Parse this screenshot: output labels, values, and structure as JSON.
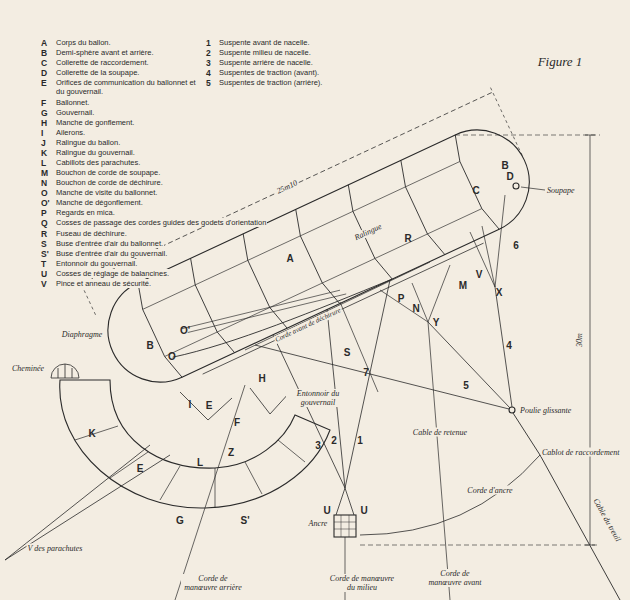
{
  "diagram": {
    "title": "Figure 1",
    "labels": [
      "A",
      "Corps du ballon.",
      "B",
      "Demi-sphère avant et arrière.",
      "C",
      "Collerette de raccordement.",
      "D",
      "Collerette de la soupape.",
      "E",
      "Orifices de communication du ballonnet et du gouvernail.",
      "F",
      "Ballonnet.",
      "G",
      "Gouvernail.",
      "H",
      "Manche de gonflement.",
      "I",
      "Ailerons.",
      "J",
      "Ralingue du ballon.",
      "K",
      "Ralingue du gouvernail.",
      "L",
      "Cabillots des parachutes.",
      "M",
      "Bouchon de corde de soupape.",
      "N",
      "Bouchon de corde de déchirure.",
      "O",
      "Manche de visite du ballonnet.",
      "O'",
      "Manche de dégonflement.",
      "P",
      "Regards en mica.",
      "Q",
      "Cosses de passage des cordes guides des godets d'orientation",
      "R",
      "Fuseau de déchirure.",
      "S",
      "Buse d'entrée d'air du ballonnet.",
      "S'",
      "Buse d'entrée d'air du gouvernail.",
      "T",
      "Entonnoir du gouvernail.",
      "U",
      "Cosses de réglage de balancines.",
      "V",
      "Pince et anneau de sécurité.",
      "1",
      "Suspente avant de nacelle.",
      "2",
      "Suspente milieu de nacelle.",
      "3",
      "Suspente arrière de nacelle.",
      "4",
      "Suspentes de traction (avant).",
      "5",
      "Suspentes de traction (arrière).",
      "25m10",
      "30m",
      "Soupape",
      "Ralingue",
      "Corde avant de déchirure",
      "Cheminée",
      "Diaphragme",
      "Entonnoir du gouvernail",
      "Cable de retenue",
      "Poulie glissante",
      "Cablot de raccordement",
      "Corde d'ancre",
      "Cable du treuil",
      "Corde de manœuvre arrière",
      "Corde de manœuvre du milieu",
      "Corde de manœuvre avant",
      "V des parachutes",
      "Ancre",
      "A",
      "B",
      "B",
      "O",
      "O'",
      "C",
      "D",
      "M",
      "V",
      "X",
      "P",
      "N",
      "Y",
      "R",
      "S",
      "7",
      "6",
      "4",
      "5",
      "3",
      "2",
      "1",
      "F",
      "E",
      "H",
      "I",
      "K",
      "E",
      "L",
      "Z",
      "S'",
      "G",
      "U",
      "U"
    ]
  }
}
